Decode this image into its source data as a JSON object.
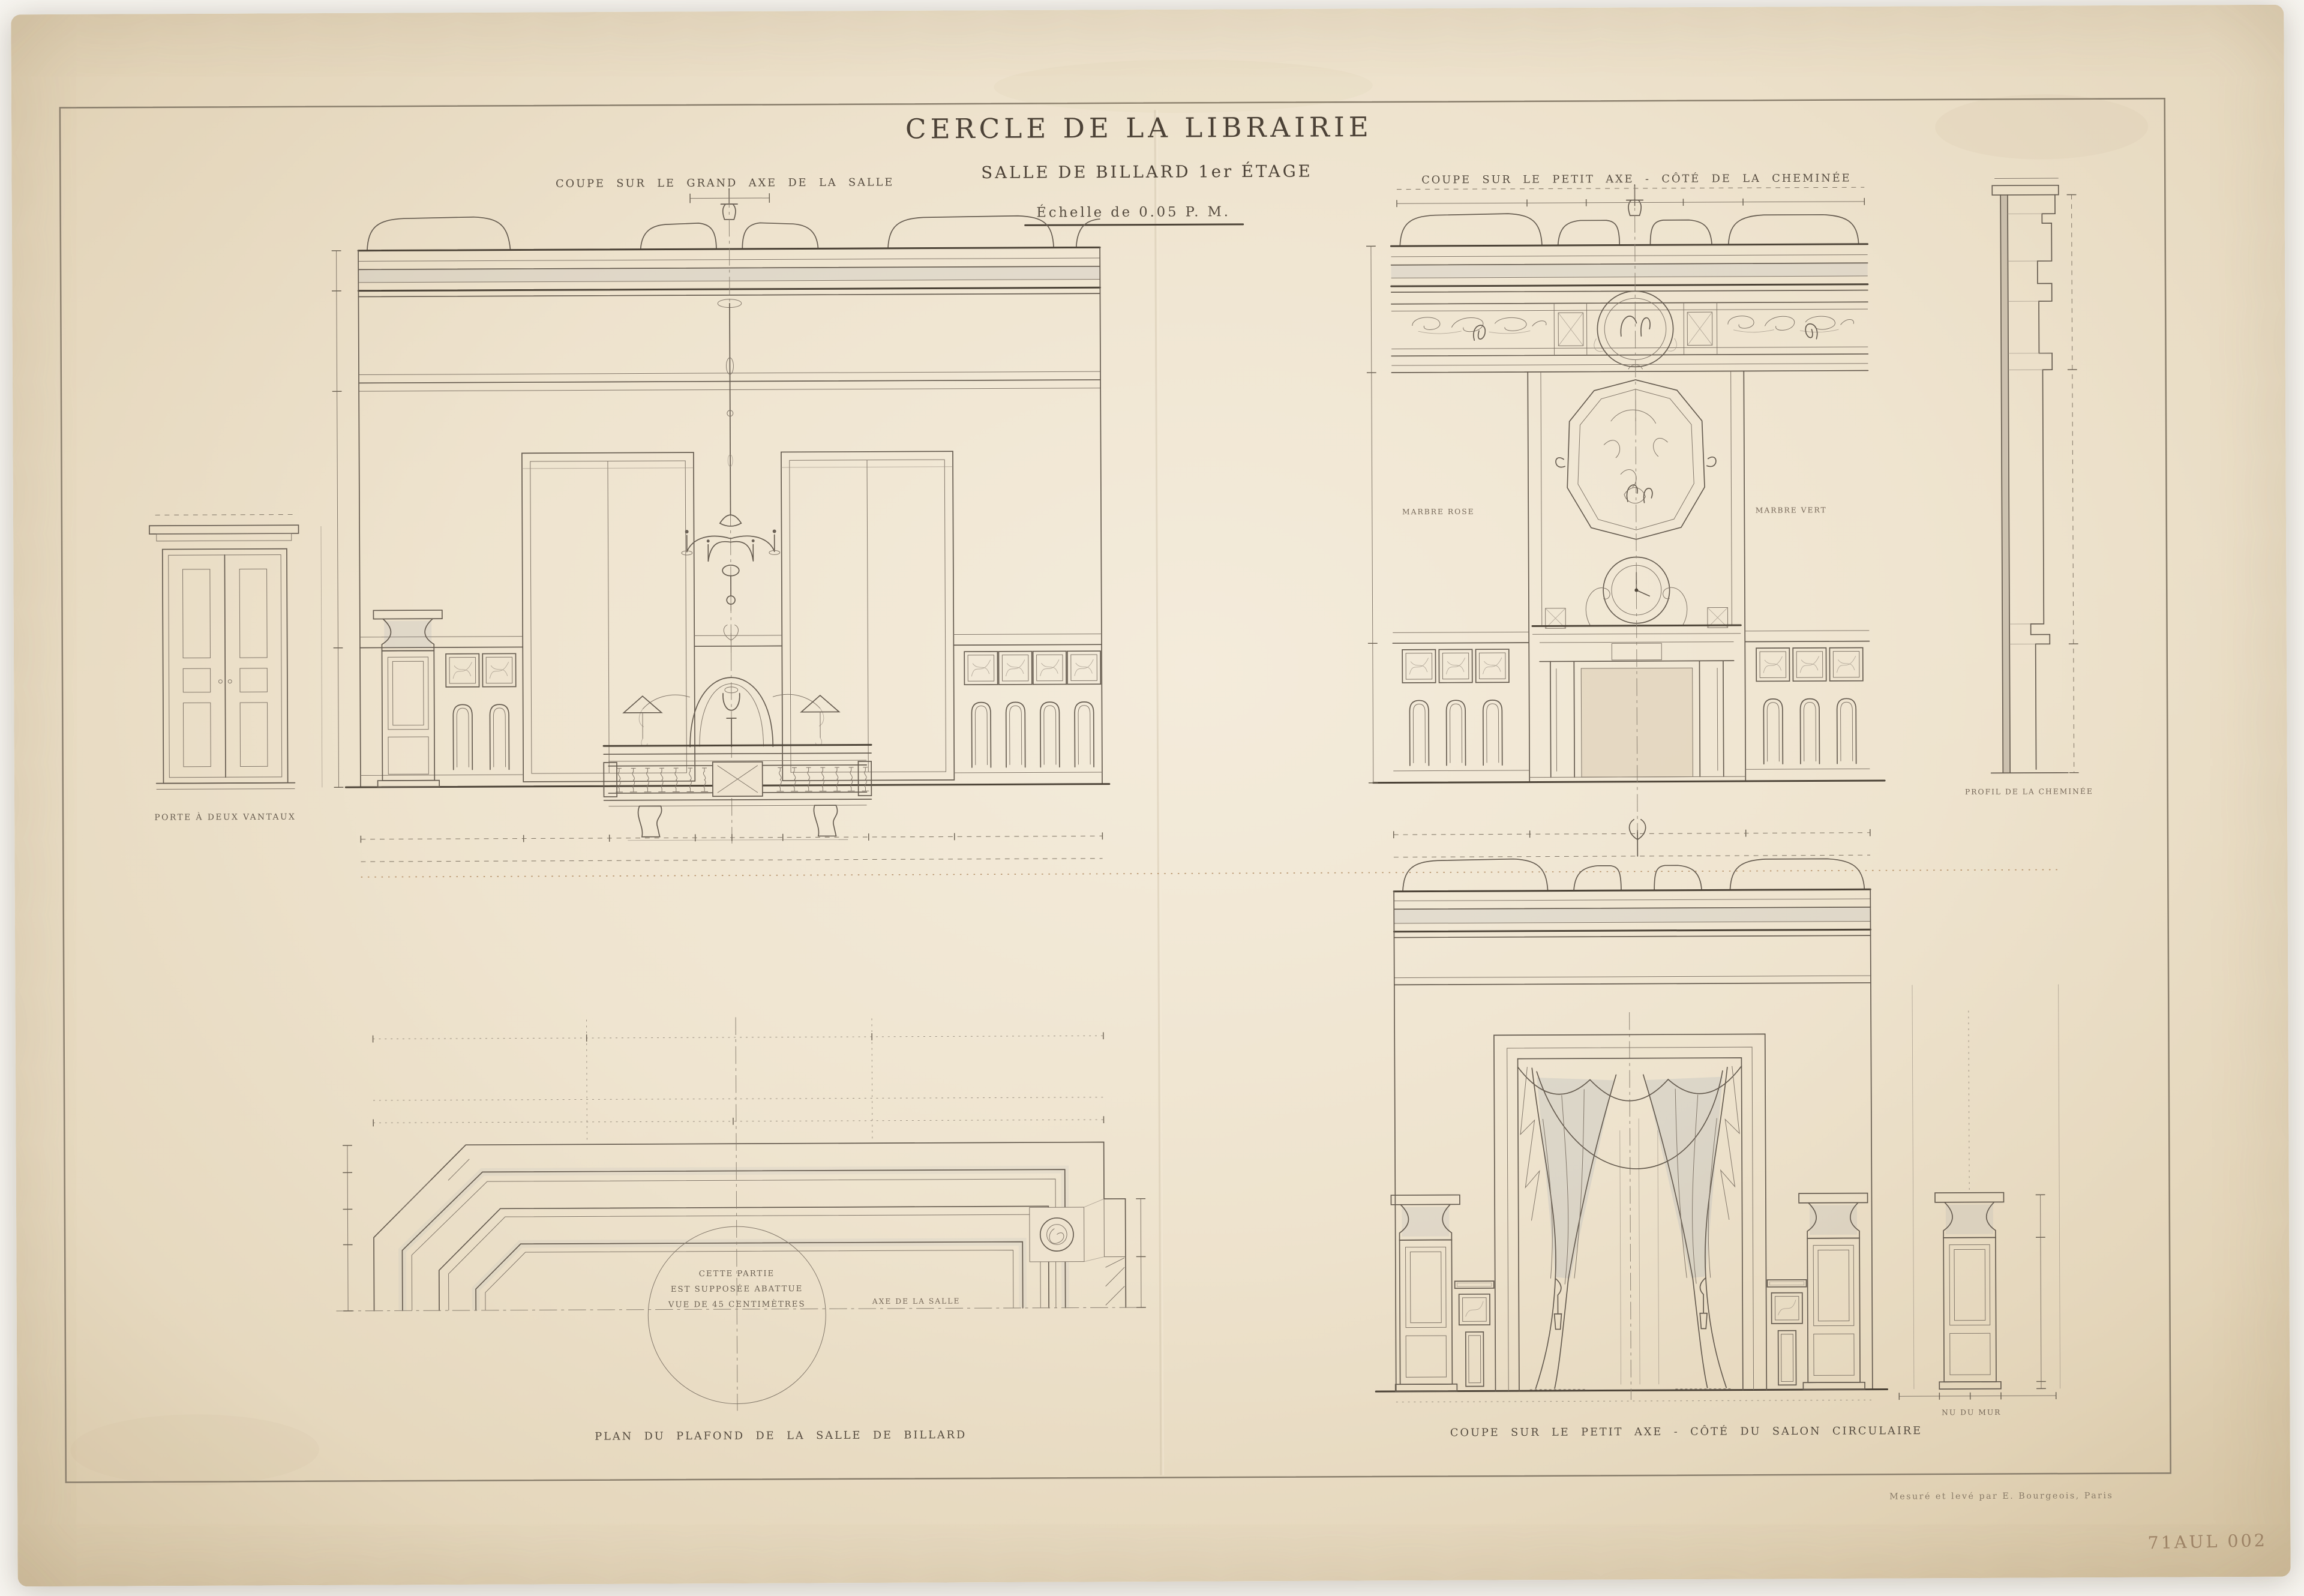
{
  "sheet": {
    "title_line1": "CERCLE DE LA LIBRAIRIE",
    "title_line2": "SALLE DE BILLARD 1er ÉTAGE",
    "scale_note": "Échelle de 0.05 P. M.",
    "plate_number": "71AUL 002",
    "imprint": "Mesuré et levé par E. Bourgeois, Paris",
    "ink_color": "#4c4237",
    "paper_color": "#efe4cf"
  },
  "views": {
    "grand_axe": {
      "title": "Coupe sur le Grand Axe de la Salle",
      "door_label": "Porte à deux vantaux"
    },
    "cheminee": {
      "title": "Coupe sur le Petit Axe - Côté de la Cheminée",
      "material_left": "Marbre rose",
      "material_right": "Marbre vert",
      "profile_label": "Profil de la Cheminée"
    },
    "plafond": {
      "title": "Plan du Plafond de la Salle de Billard",
      "note_line1": "Cette partie",
      "note_line2": "est supposée abattue",
      "note_line3": "vue de 45 centimètres",
      "axis_label": "Axe de la Salle"
    },
    "salon": {
      "title": "Coupe sur le Petit Axe - Côté du Salon Circulaire",
      "detail_note": "Nu du mur"
    }
  }
}
